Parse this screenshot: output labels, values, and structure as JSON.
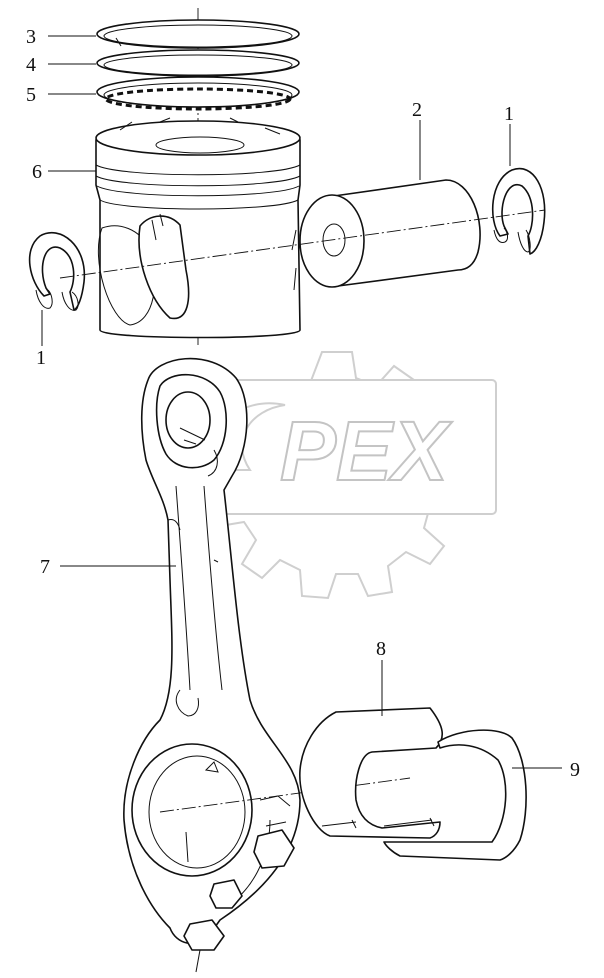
{
  "watermark": {
    "text": "PEX"
  },
  "callouts": [
    {
      "key": "ring-3",
      "label": "3"
    },
    {
      "key": "ring-4",
      "label": "4"
    },
    {
      "key": "ring-5",
      "label": "5"
    },
    {
      "key": "piston-6",
      "label": "6"
    },
    {
      "key": "pin-2",
      "label": "2"
    },
    {
      "key": "circlip-right-1",
      "label": "1"
    },
    {
      "key": "circlip-left-1",
      "label": "1"
    },
    {
      "key": "rod-7",
      "label": "7"
    },
    {
      "key": "bearing-upper-8",
      "label": "8"
    },
    {
      "key": "bearing-lower-9",
      "label": "9"
    }
  ],
  "colors": {
    "line": "#111111",
    "watermark": "#c4c4c4",
    "background": "#ffffff"
  }
}
